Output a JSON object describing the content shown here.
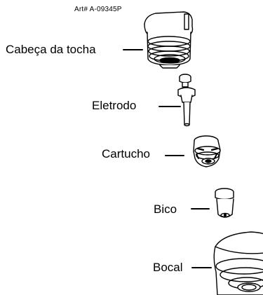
{
  "art_number": "Art# A-09345P",
  "parts": [
    {
      "id": "torch-head",
      "label": "Cabeça da tocha"
    },
    {
      "id": "electrode",
      "label": "Eletrodo"
    },
    {
      "id": "cartridge",
      "label": "Cartucho"
    },
    {
      "id": "tip",
      "label": "Bico"
    },
    {
      "id": "shield-cup",
      "label": "Bocal"
    }
  ]
}
